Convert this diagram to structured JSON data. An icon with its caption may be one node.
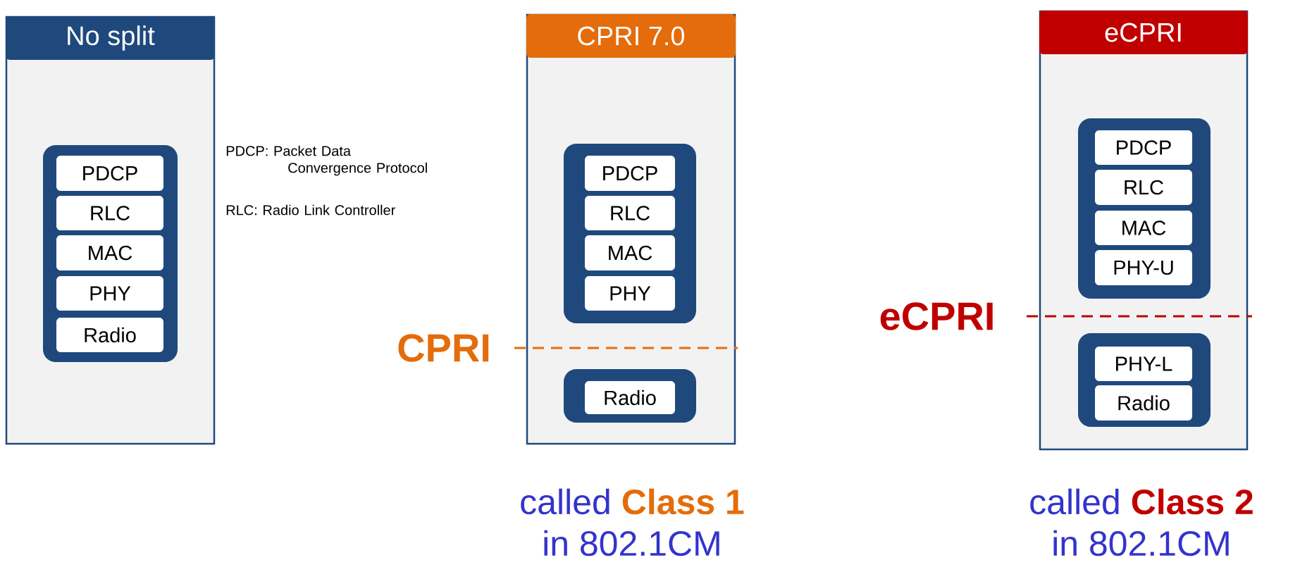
{
  "diagram": {
    "nodes": [
      {
        "text": [
          "No split"
        ]
      },
      {
        "text": [],
        "shape": "box",
        "in": 0
      },
      {
        "text": [
          "PDCP"
        ],
        "in": 1
      },
      {
        "text": [
          "RLC"
        ],
        "in": 1
      },
      {
        "text": [
          "MAC"
        ],
        "in": 1
      },
      {
        "text": [
          "PHY"
        ],
        "in": 1
      },
      {
        "text": [
          "Radio"
        ],
        "in": 1
      },
      {
        "text": [
          "CPRI 7.0"
        ],
        "beside": [
          "called **Class 1**",
          "in 802.1CM"
        ]
      },
      {
        "text": [],
        "shape": "box",
        "in": 7
      },
      {
        "text": [
          "PDCP"
        ],
        "in": 8
      },
      {
        "text": [
          "RLC"
        ],
        "in": 8
      },
      {
        "text": [
          "MAC"
        ],
        "in": 8
      },
      {
        "text": [
          "PHY"
        ],
        "in": 8
      },
      {
        "text": [],
        "shape": "box",
        "in": 7
      },
      {
        "text": [
          "Radio"
        ],
        "in": 13
      },
      {
        "text": [
          "eCPRI"
        ],
        "beside": [
          "called **Class 2**",
          "in 802.1CM"
        ]
      },
      {
        "text": [],
        "shape": "box",
        "in": 15
      },
      {
        "text": [
          "PDCP"
        ],
        "in": 16
      },
      {
        "text": [
          "RLC"
        ],
        "in": 16
      },
      {
        "text": [
          "MAC"
        ],
        "in": 16
      },
      {
        "text": [
          "PHY-U"
        ],
        "in": 16
      },
      {
        "text": [],
        "shape": "box",
        "in": 15
      },
      {
        "text": [
          "PHY-L"
        ],
        "in": 21
      },
      {
        "text": [
          "Radio"
        ],
        "in": 21
      }
    ],
    "labels": [
      "PDCP: Packet Data Convergence Protocol",
      "RLC: Radio Link Controller",
      "CPRI",
      "eCPRI"
    ]
  }
}
